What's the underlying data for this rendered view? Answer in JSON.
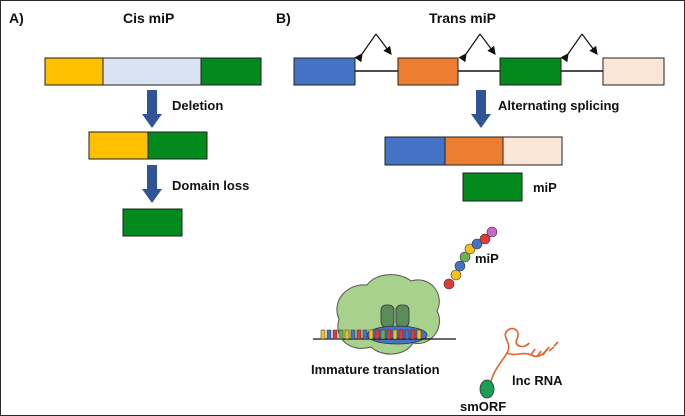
{
  "panel_a": {
    "letter": "A)",
    "title": "Cis miP",
    "step1": "Deletion",
    "step2": "Domain loss"
  },
  "panel_b": {
    "letter": "B)",
    "title": "Trans miP",
    "step1": "Alternating splicing",
    "result_label": "miP"
  },
  "bottom": {
    "mip_label": "miP",
    "translation_label": "Immature translation",
    "lncrna_label": "lnc RNA",
    "smorf_label": "smORF"
  },
  "colors": {
    "yellow": "#ffc000",
    "light_blue": "#dae3f3",
    "green": "#038a1c",
    "blue": "#4472c4",
    "orange": "#ed7d31",
    "peach": "#fbe5d6",
    "arrow": "#2f5597",
    "ribosome": "#a9d18e",
    "ribosome_inner": "#5b8c5a",
    "lnc_rna": "#e8612c",
    "smorf": "#1a9e55"
  }
}
